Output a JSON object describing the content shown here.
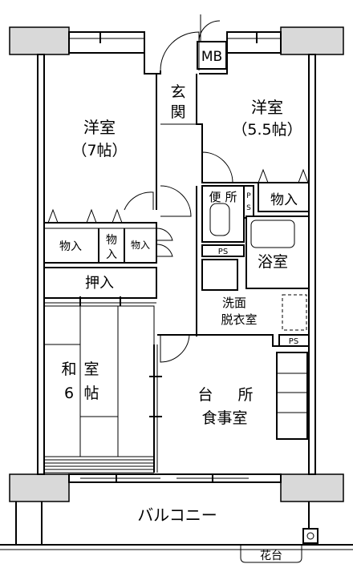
{
  "rooms": {
    "yoshitsu_west": {
      "name": "洋室",
      "size": "（7帖）"
    },
    "yoshitsu_east": {
      "name": "洋室",
      "size": "（5.5帖）"
    },
    "genkan": {
      "line1": "玄",
      "line2": "関"
    },
    "mb": "MB",
    "benjo": {
      "line1": "便",
      "line2": "所"
    },
    "ps_small": {
      "line1": "P",
      "line2": "S"
    },
    "monoire_east": "物入",
    "monoire_1": "物入",
    "monoire_2": {
      "line1": "物",
      "line2": "入"
    },
    "monoire_3": "物入",
    "oshiire": "押入",
    "yokushitsu": "浴室",
    "ps_bath": "PS",
    "senmen": {
      "line1": "洗面",
      "line2": "脱衣室"
    },
    "ps_kitchen": "PS",
    "washitsu": {
      "wa": "和",
      "shitsu": "室",
      "num": "6",
      "jo": "帖"
    },
    "kitchen": {
      "line1a": "台",
      "line1b": "所",
      "line2": "食事室"
    },
    "balcony": "バルコニー",
    "kadai": "花台"
  }
}
